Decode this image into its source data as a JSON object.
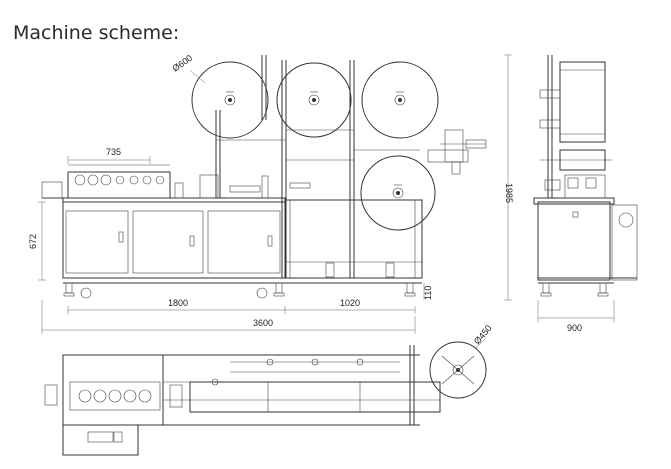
{
  "heading": "Machine scheme:",
  "dimensions": {
    "roll_large": "Ø600",
    "roll_small": "Ø450",
    "top_section": "735",
    "height_left": "672",
    "height_total": "1985",
    "base_left": "1800",
    "base_right": "1020",
    "length_total": "3600",
    "leg_height": "110",
    "width_side": "900"
  }
}
